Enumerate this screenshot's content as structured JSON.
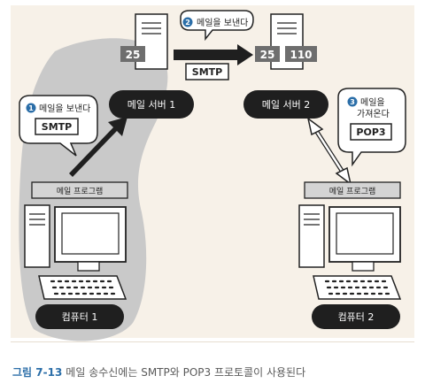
{
  "figure": {
    "caption_label": "그림 7-13",
    "caption_text": "메일 송수신에는 SMTP와 POP3 프로토콜이 사용된다"
  },
  "nodes": {
    "server1": "메일 서버 1",
    "server2": "메일 서버 2",
    "pc1": "컴퓨터 1",
    "pc2": "컴퓨터 2",
    "app1": "메일 프로그램",
    "app2": "메일 프로그램"
  },
  "ports": {
    "s1_port": "25",
    "s2_port_a": "25",
    "s2_port_b": "110"
  },
  "protocols": {
    "smtp_a": "SMTP",
    "smtp_b": "SMTP",
    "pop3": "POP3"
  },
  "steps": {
    "step1_num": "1",
    "step1_text": "메일을 보낸다",
    "step2_num": "2",
    "step2_text": "메일을 보낸다",
    "step3_num": "3",
    "step3_line1": "메일을",
    "step3_line2": "가져온다"
  },
  "colors": {
    "panel": "#f7f1e8",
    "shadow": "#c9c9c9",
    "pill": "#1f1f1f",
    "accent": "#2b6ea8",
    "port_box": "#6e6e6e"
  }
}
